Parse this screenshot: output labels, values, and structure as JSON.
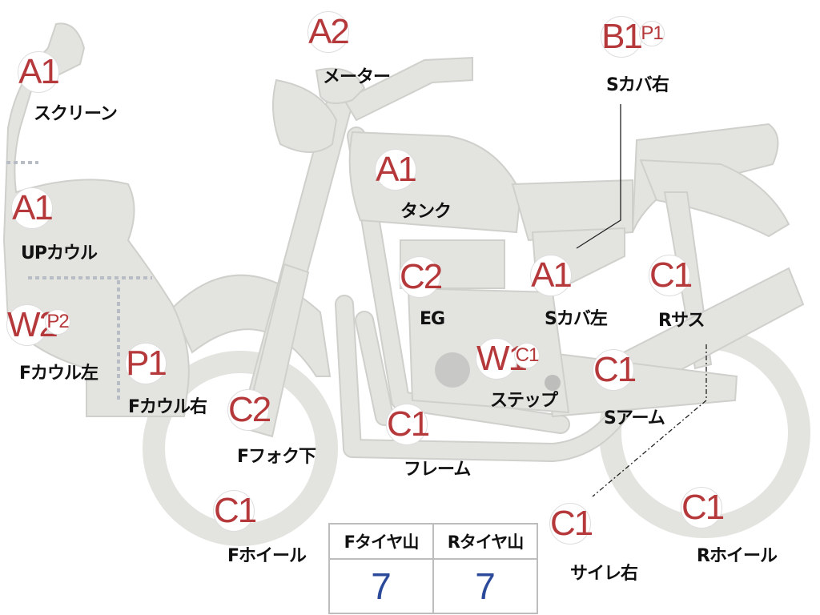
{
  "parts": [
    {
      "id": "screen",
      "grade": "A1",
      "label": "スクリーン"
    },
    {
      "id": "meter",
      "grade": "A2",
      "label": "メーター"
    },
    {
      "id": "side-cover-right",
      "grade": "B1",
      "extra": "P1",
      "label": "Sカバ右"
    },
    {
      "id": "upper-cowl",
      "grade": "A1",
      "label": "UPカウル"
    },
    {
      "id": "tank",
      "grade": "A1",
      "label": "タンク"
    },
    {
      "id": "engine",
      "grade": "C2",
      "label": "EG"
    },
    {
      "id": "side-cover-left",
      "grade": "A1",
      "label": "Sカバ左"
    },
    {
      "id": "rear-suspension",
      "grade": "C1",
      "label": "Rサス"
    },
    {
      "id": "front-cowl-left",
      "grade": "W2",
      "extra": "P2",
      "label": "Fカウル左"
    },
    {
      "id": "front-cowl-right",
      "grade": "P1",
      "label": "Fカウル右"
    },
    {
      "id": "step",
      "grade": "W1",
      "extra": "C1",
      "label": "ステップ"
    },
    {
      "id": "swing-arm",
      "grade": "C1",
      "label": "Sアーム"
    },
    {
      "id": "front-fork-lower",
      "grade": "C2",
      "label": "Fフォク下"
    },
    {
      "id": "frame",
      "grade": "C1",
      "label": "フレーム"
    },
    {
      "id": "front-wheel",
      "grade": "C1",
      "label": "Fホイール"
    },
    {
      "id": "muffler-right",
      "grade": "C1",
      "label": "サイレ右"
    },
    {
      "id": "rear-wheel",
      "grade": "C1",
      "label": "Rホイール"
    }
  ],
  "tires": {
    "front_header": "Fタイヤ山",
    "rear_header": "Rタイヤ山",
    "front_value": "7",
    "rear_value": "7"
  },
  "colors": {
    "grade_text": "#b5383b",
    "tire_value": "#2b4a9a",
    "bike_fill": "#e3e3e0"
  }
}
